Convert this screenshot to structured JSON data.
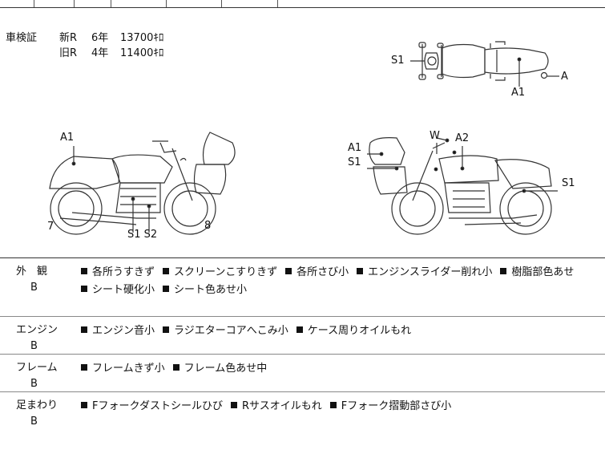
{
  "inspection": {
    "label": "車検証",
    "new": {
      "type": "新R",
      "years": "6年",
      "price": "13700ｷﾛ"
    },
    "old": {
      "type": "旧R",
      "years": "4年",
      "price": "11400ｷﾛ"
    }
  },
  "callouts": {
    "top_s1": "S1",
    "top_a1": "A1",
    "top_a": "A",
    "left_a1": "A1",
    "left_7": "7",
    "left_s1s2": "S1 S2",
    "left_8": "8",
    "right_w": "W",
    "right_a2": "A2",
    "right_a1": "A1",
    "right_s1": "S1",
    "right_s1b": "S1"
  },
  "conditions": [
    {
      "category": "外　観",
      "grade": "B",
      "lines": [
        [
          "各所うすきず",
          "スクリーンこすりきず",
          "各所さび小",
          "エンジンスライダー削れ小",
          "樹脂部色あせ"
        ],
        [
          "シート硬化小",
          "シート色あせ小"
        ]
      ]
    },
    {
      "category": "エンジン",
      "grade": "B",
      "lines": [
        [
          "エンジン音小",
          "ラジエターコアへこみ小",
          "ケース周りオイルもれ"
        ]
      ]
    },
    {
      "category": "フレーム",
      "grade": "B",
      "lines": [
        [
          "フレームきず小",
          "フレーム色あせ中"
        ]
      ]
    },
    {
      "category": "足まわり",
      "grade": "B",
      "lines": [
        [
          "Fフォークダストシールひび",
          "Rサスオイルもれ",
          "Fフォーク摺動部さび小"
        ]
      ]
    }
  ]
}
